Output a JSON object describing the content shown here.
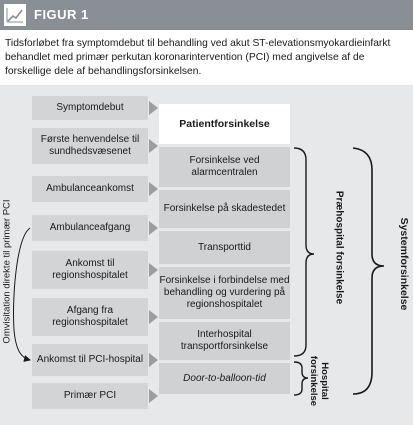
{
  "header": {
    "figure_label": "FIGUR 1",
    "icon": "line-chart-icon"
  },
  "caption": "Tidsforløbet fra symptomdebut til behandling ved akut ST-elevationsmyokardieinfarkt behandlet med primær perkutan koronarintervention (PCI) med angivelse af de forskellige dele af behandlingsforsinkelsen.",
  "left_steps": [
    "Symptomdebut",
    "Første henvendelse til sundhedsvæsenet",
    "Ambulanceankomst",
    "Ambulanceafgang",
    "Ankomst til regionshospitalet",
    "Afgang fra regionshospitalet",
    "Ankomst til PCI-hospital",
    "Primær PCI"
  ],
  "middle_header": "Patientforsinkelse",
  "middle_delays": [
    "Forsinkelse ved alarmcentralen",
    "Forsinkelse på skadestedet",
    "Transporttid",
    "Forsinkelse i forbindelse med behandling og vurdering på regionshospitalet",
    "Interhospital transportforsinkelse",
    "Door-to-balloon-tid"
  ],
  "bypass_label": "Omvisitation direkte til primær PCI",
  "brace_labels": {
    "prehospital": "Præhospital forsinkelse",
    "hospital": "Hospital forsinkelse",
    "system": "Systemforsinkelse"
  },
  "colors": {
    "header_bg": "#8a8f96",
    "panel_bg": "#e7e8ea",
    "box_fill": "#d3d4d6",
    "arrow": "#9b9da1"
  }
}
